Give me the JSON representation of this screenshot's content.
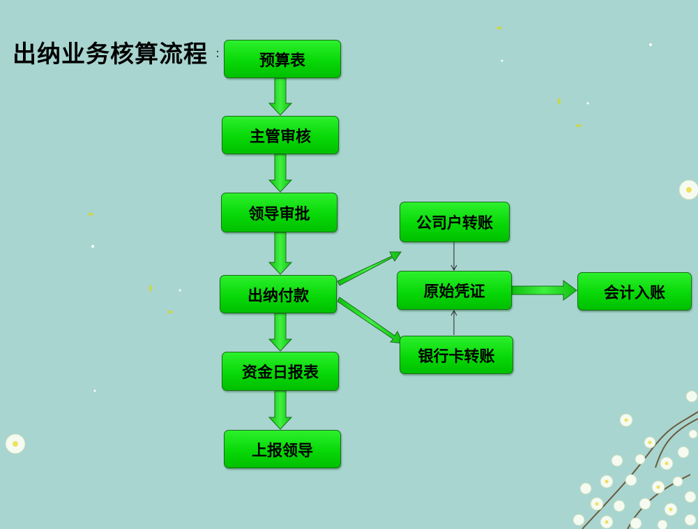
{
  "title": "出纳业务核算流程",
  "colon": ":",
  "nodes": {
    "budget": "预算表",
    "supervisor_review": "主管审核",
    "leader_approval": "领导审批",
    "cashier_payment": "出纳付款",
    "fund_daily_report": "资金日报表",
    "report_leader": "上报领导",
    "company_transfer": "公司户转账",
    "original_voucher": "原始凭证",
    "bank_card_transfer": "银行卡转账",
    "accounting_entry": "会计入账"
  },
  "colors": {
    "background": "#a8d5d0",
    "node_fill": "#08d808",
    "node_border": "#1a6a1a",
    "arrow_fill": "#22d422",
    "text": "#000000"
  }
}
